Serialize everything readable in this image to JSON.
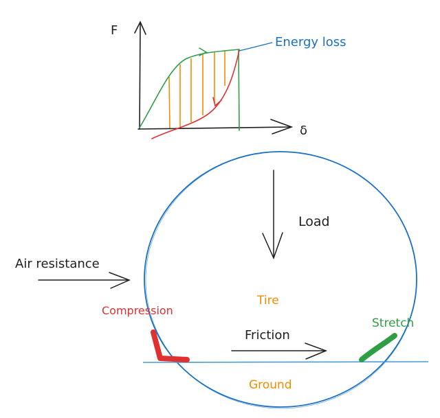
{
  "labels": {
    "force_axis": "F",
    "displacement_axis": "δ",
    "energy_loss": "Energy loss",
    "load": "Load",
    "air_resistance": "Air resistance",
    "tire": "Tire",
    "compression": "Compression",
    "friction": "Friction",
    "stretch": "Stretch",
    "ground": "Ground"
  },
  "colors": {
    "ink": "#1e1e1e",
    "blue": "#1971c2",
    "green": "#2f9e44",
    "red": "#e03131",
    "orange": "#f08c00",
    "ground_line": "#4a9bd8"
  }
}
